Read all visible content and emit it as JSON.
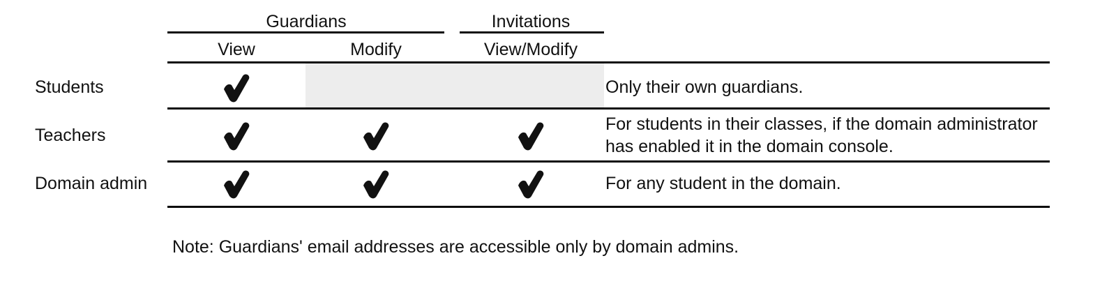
{
  "table": {
    "groups": [
      {
        "label": "Guardians",
        "span": 2
      },
      {
        "label": "Invitations",
        "span": 1
      }
    ],
    "columns": [
      {
        "label": "View"
      },
      {
        "label": "Modify"
      },
      {
        "label": "View/Modify"
      }
    ],
    "row_header_label": "",
    "rows": [
      {
        "label": "Students",
        "cells": [
          {
            "state": "check"
          },
          {
            "state": "shaded"
          },
          {
            "state": "shaded"
          }
        ],
        "description_line1": "Only their own guardians.",
        "description_line2": ""
      },
      {
        "label": "Teachers",
        "cells": [
          {
            "state": "check"
          },
          {
            "state": "check"
          },
          {
            "state": "check"
          }
        ],
        "description_line1": "For students in their classes, if the domain administrator",
        "description_line2": "has enabled it in the domain console."
      },
      {
        "label": "Domain admin",
        "cells": [
          {
            "state": "check"
          },
          {
            "state": "check"
          },
          {
            "state": "check"
          }
        ],
        "description_line1": "For any student in the domain.",
        "description_line2": ""
      }
    ]
  },
  "note": "Note: Guardians' email addresses are accessible only by domain admins.",
  "icons": {
    "check": "check-mark-icon"
  },
  "colors": {
    "text": "#111111",
    "rule": "#0a0a0a",
    "shaded_cell": "#ededed",
    "background": "#ffffff"
  }
}
